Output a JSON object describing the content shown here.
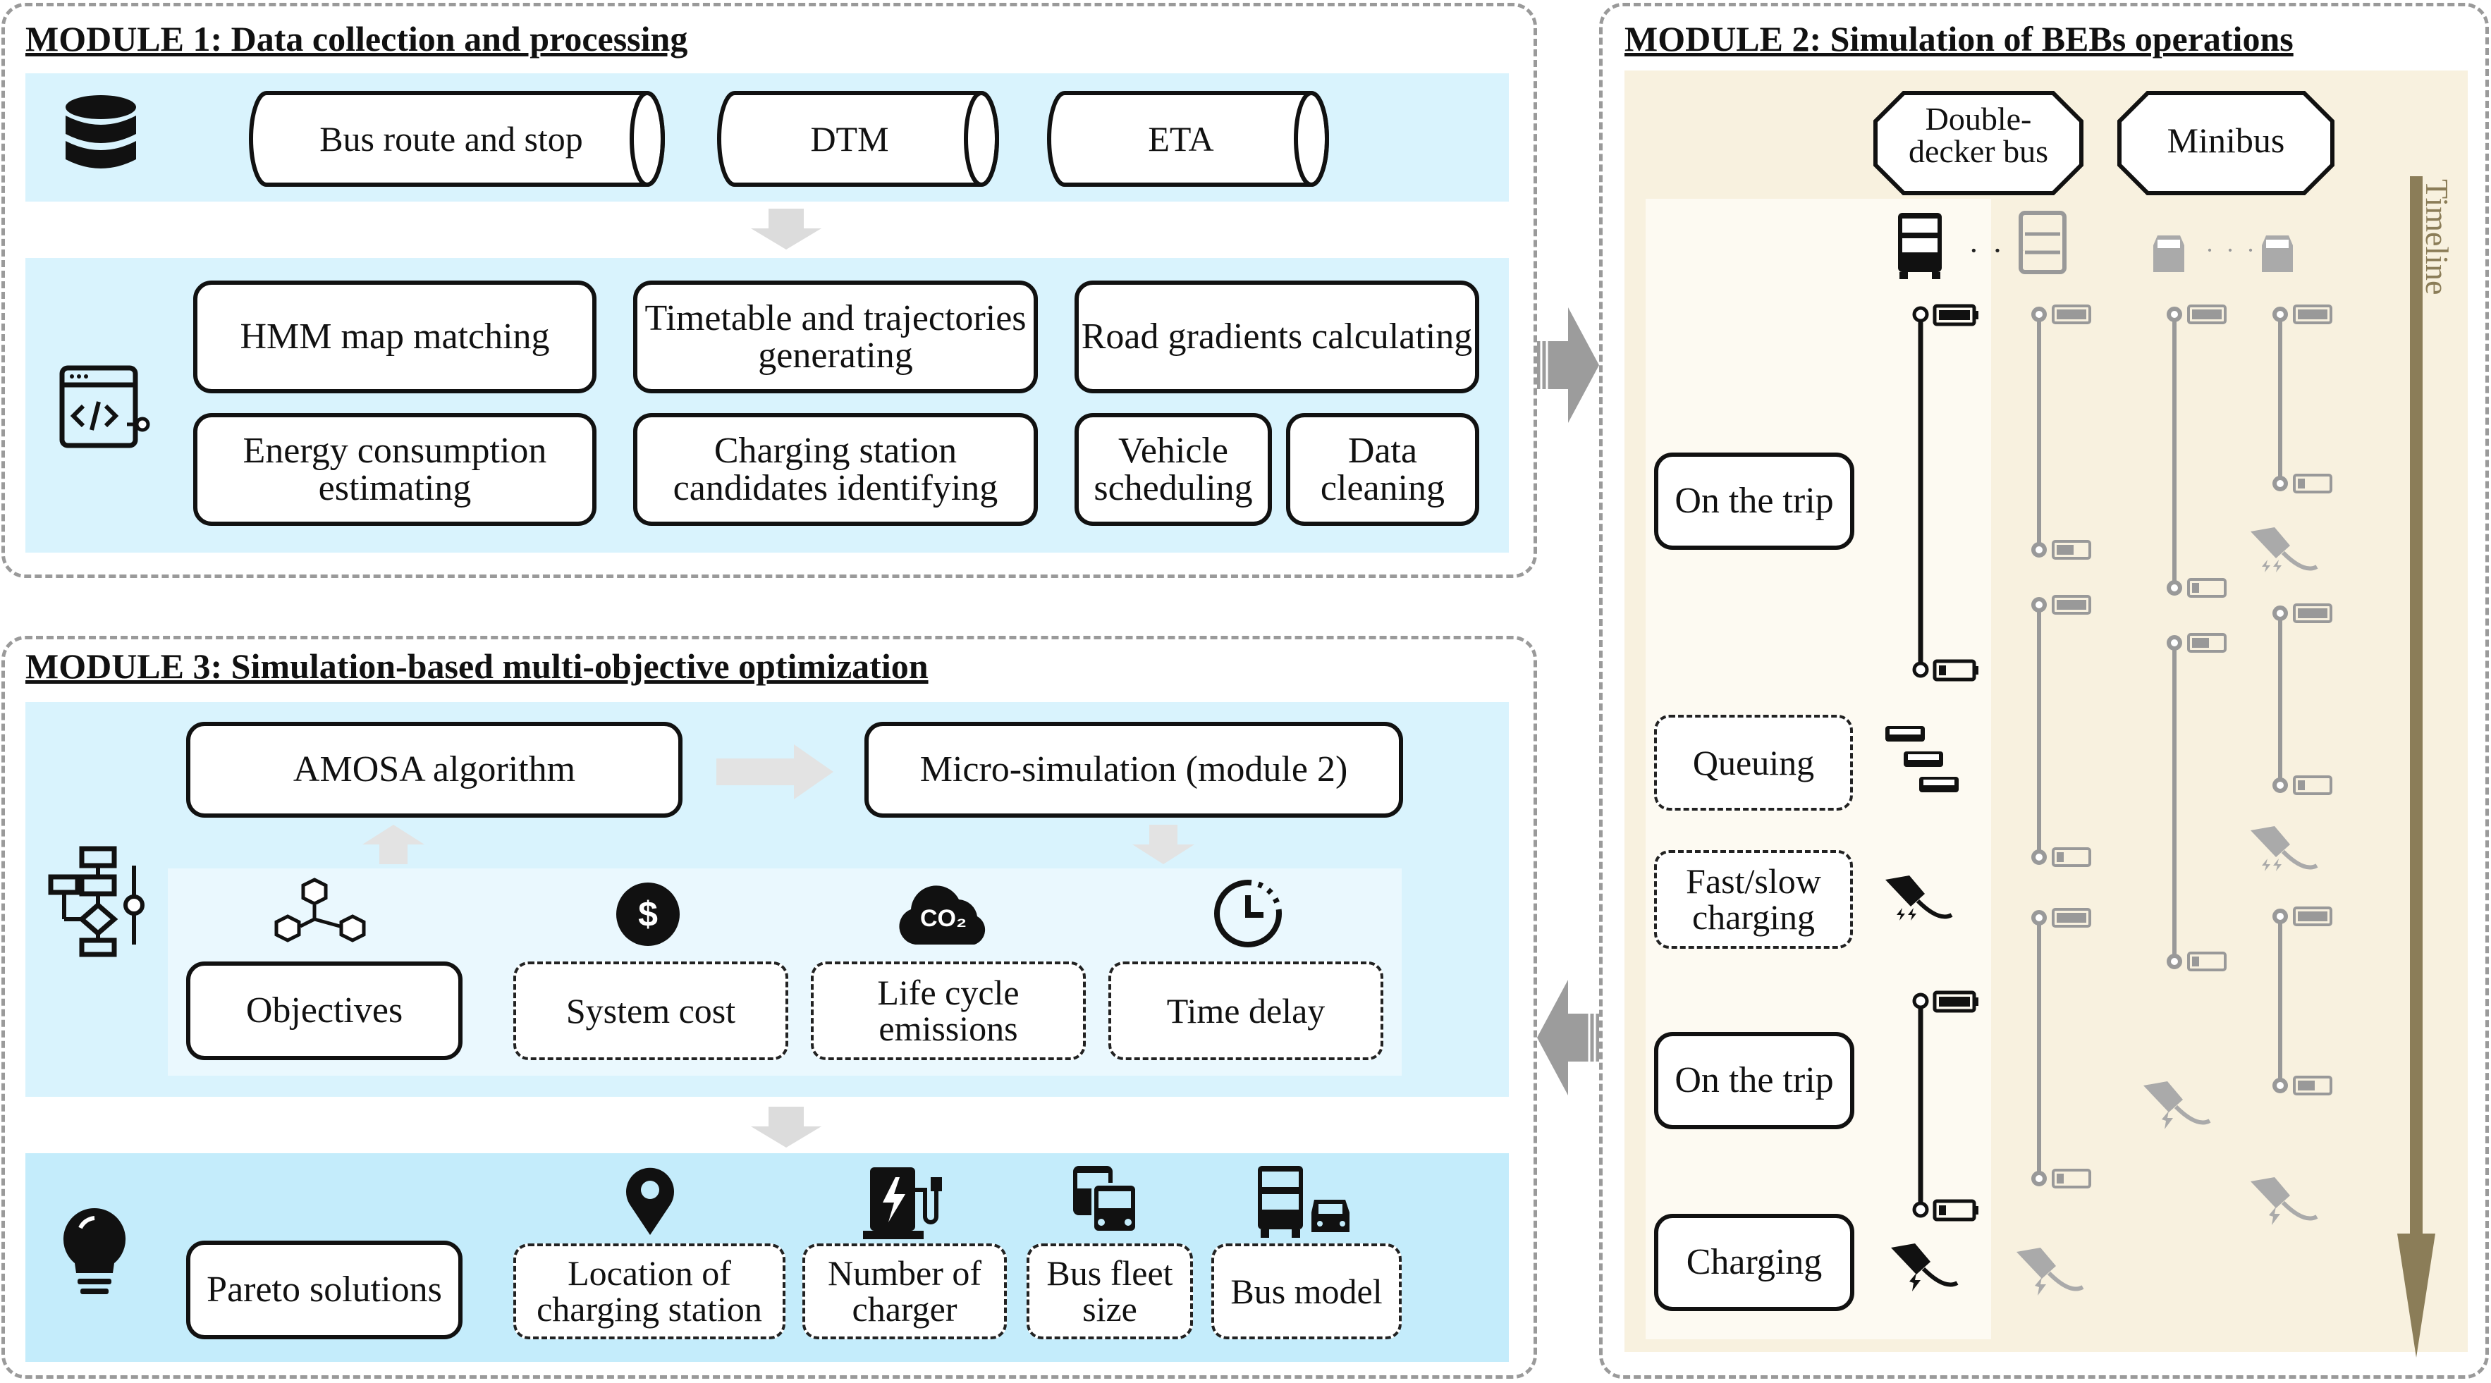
{
  "module1": {
    "title": "MODULE 1: Data collection and processing",
    "inputs": [
      "Bus route and stop",
      "DTM",
      "ETA"
    ],
    "processes": {
      "hmm": "HMM map matching",
      "timetable": "Timetable and trajectories generating",
      "gradients": "Road gradients calculating",
      "energy": "Energy consumption estimating",
      "charging": "Charging station candidates identifying",
      "vehicle": "Vehicle scheduling",
      "cleaning": "Data cleaning"
    }
  },
  "module2": {
    "title": "MODULE 2: Simulation of BEBs operations",
    "bus_types": {
      "double_decker": "Double-decker bus",
      "minibus": "Minibus"
    },
    "timeline_label": "Timeline",
    "states": {
      "trip1": "On the trip",
      "queuing": "Queuing",
      "fastslow": "Fast/slow charging",
      "trip2": "On the trip",
      "charging": "Charging"
    },
    "ellipsis": "· · ·"
  },
  "module3": {
    "title": "MODULE 3: Simulation-based multi-objective optimization",
    "amosa": "AMOSA algorithm",
    "micro": "Micro-simulation (module 2)",
    "objectives": "Objectives",
    "system_cost": "System cost",
    "life_cycle": "Life cycle emissions",
    "time_delay": "Time delay",
    "pareto": "Pareto solutions",
    "location": "Location of charging station",
    "charger": "Number of charger",
    "fleet": "Bus fleet size",
    "model": "Bus model",
    "co2_label": "CO₂",
    "dollar": "$"
  },
  "colors": {
    "light_blue": "#d9f3fd",
    "mid_blue": "#c4ecfb",
    "beige": "#f8f1df",
    "timeline": "#8b7d58"
  }
}
